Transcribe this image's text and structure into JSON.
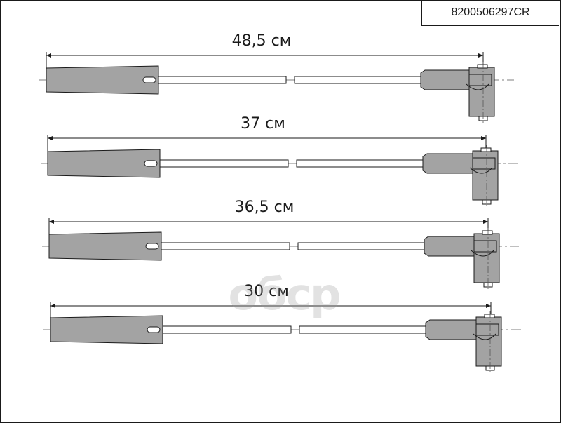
{
  "part_number": "8200506297CR",
  "watermark": "oбcp",
  "cables": [
    {
      "length_label": "48,5 см"
    },
    {
      "length_label": "37 см"
    },
    {
      "length_label": "36,5 см"
    },
    {
      "length_label": "30 см"
    }
  ],
  "colors": {
    "boot_fill": "#a3a3a3",
    "outline": "#1a1a1a",
    "centerline": "#555555"
  }
}
